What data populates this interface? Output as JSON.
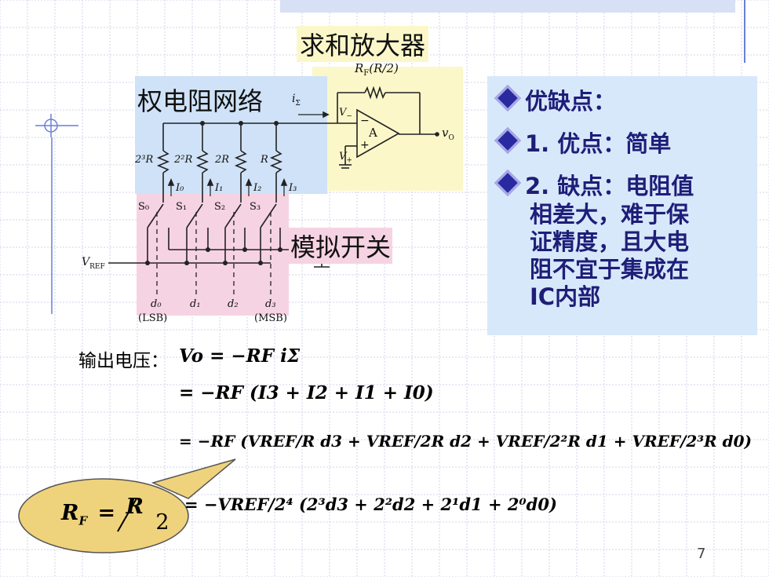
{
  "labels": {
    "summing_amp": "求和放大器",
    "weighted_network": "权电阻网络",
    "analog_switch": "模拟开关"
  },
  "circuit": {
    "rf_label": "R",
    "rf_sub": "F",
    "rf_paren": "(R/2)",
    "i_sigma": "i",
    "sigma": "Σ",
    "v_minus": "V",
    "v_plus": "V",
    "opamp": "A",
    "vo": "v",
    "vo_sub": "O",
    "vref": "V",
    "vref_sub": "REF",
    "resistors": [
      "2³R",
      "2²R",
      "2R",
      "R"
    ],
    "currents": [
      "I₀",
      "I₁",
      "I₂",
      "I₃"
    ],
    "switches": [
      "S₀",
      "S₁",
      "S₂",
      "S₃"
    ],
    "bits": [
      "d₀",
      "d₁",
      "d₂",
      "d₃"
    ],
    "lsb": "(LSB)",
    "msb": "(MSB)"
  },
  "panel": {
    "title": "优缺点：",
    "item1": "1. 优点：简单",
    "item2_lines": [
      "2. 缺点：电阻值",
      "相差大，难于保",
      "证精度，且大电",
      "阻不宜于集成在",
      "IC内部"
    ]
  },
  "formula": {
    "lead": "输出电压：",
    "line1": "Vo = −RF iΣ",
    "line2": "= −RF (I3 + I2 + I1 + I0)",
    "line3": "= −RF (VREF/R d3 + VREF/2R d2 + VREF/2²R d1 + VREF/2³R d0)",
    "line4": "= −VREF/2⁴ (2³d3 + 2²d2 + 2¹d1 + 2⁰d0)",
    "callout_lhs": "R",
    "callout_sub": "F",
    "callout_eq": "=",
    "callout_num": "R",
    "callout_den": "2"
  },
  "page_number": "7",
  "colors": {
    "grid": "#cfd6e8",
    "pink": "#f6d3e2",
    "blue": "#cfe2f8",
    "yellow": "#fbf7c9",
    "panel": "#d8e8fb",
    "callout": "#efd27c",
    "bullet_text": "#1e1e78"
  }
}
